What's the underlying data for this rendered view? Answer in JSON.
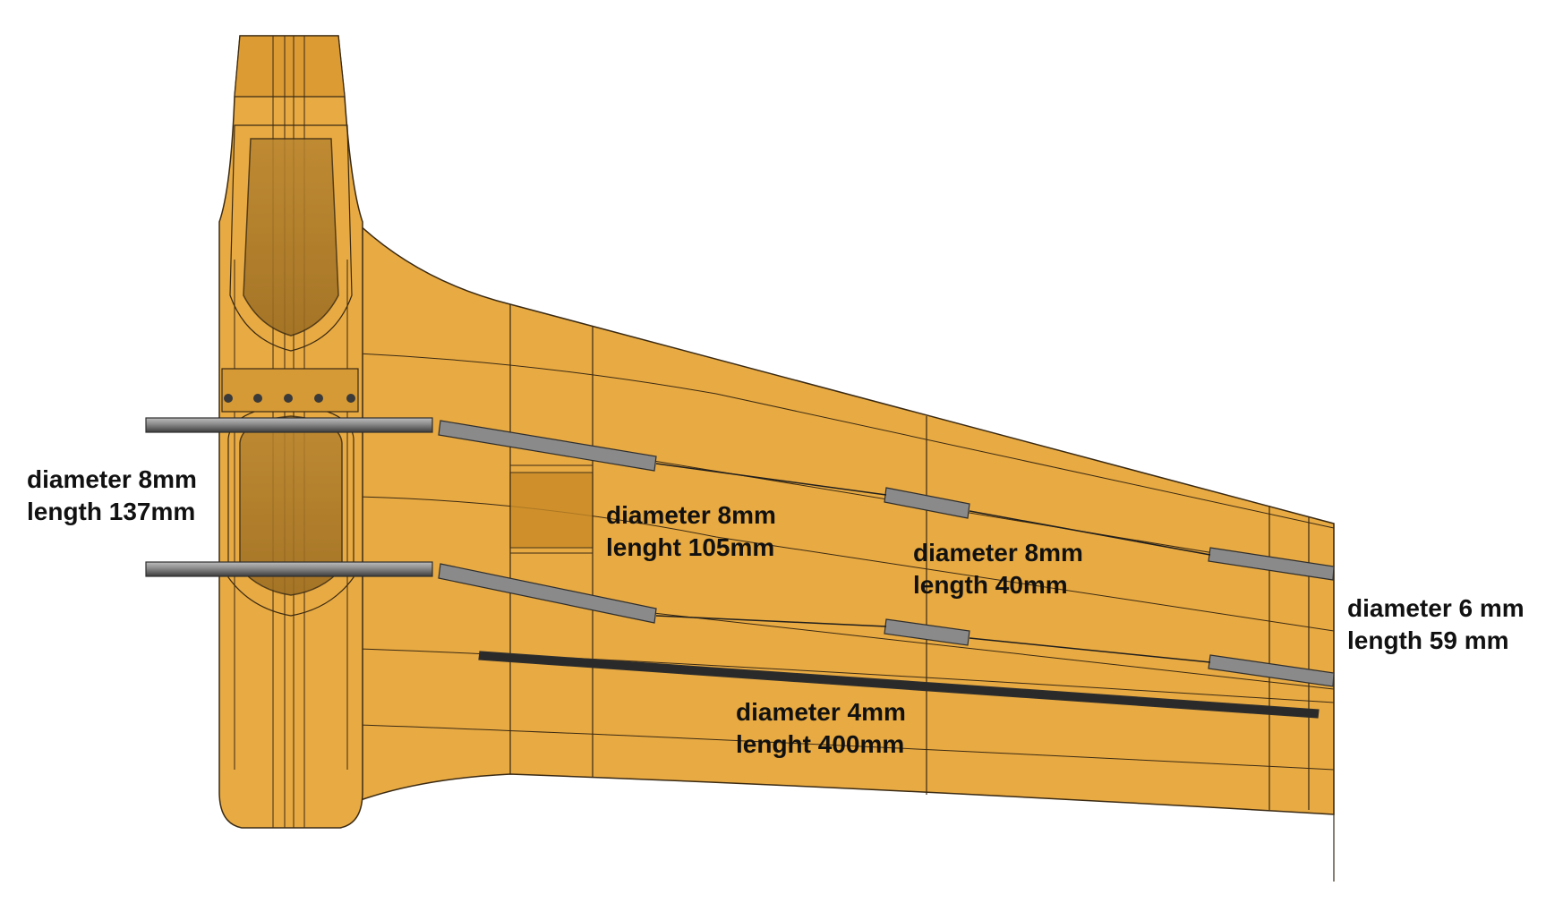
{
  "colors": {
    "wing_fill": "#e8aa42",
    "wing_shade": "#c98a26",
    "line": "#3a2a14",
    "rod_dark": "#3a3a3a",
    "rod_mid": "#8d8d8d",
    "rod_light": "#c8c8c8",
    "background": "#ffffff",
    "text": "#111111"
  },
  "labels": {
    "rod_137": {
      "line1": "diameter 8mm",
      "line2": "length 137mm"
    },
    "rod_105": {
      "line1": "diameter 8mm",
      "line2": "lenght 105mm"
    },
    "rod_40": {
      "line1": "diameter 8mm",
      "line2": "length 40mm"
    },
    "rod_59": {
      "line1": "diameter 6 mm",
      "line2": "length 59 mm"
    },
    "rod_400": {
      "line1": "diameter 4mm",
      "line2": "lenght 400mm"
    }
  }
}
